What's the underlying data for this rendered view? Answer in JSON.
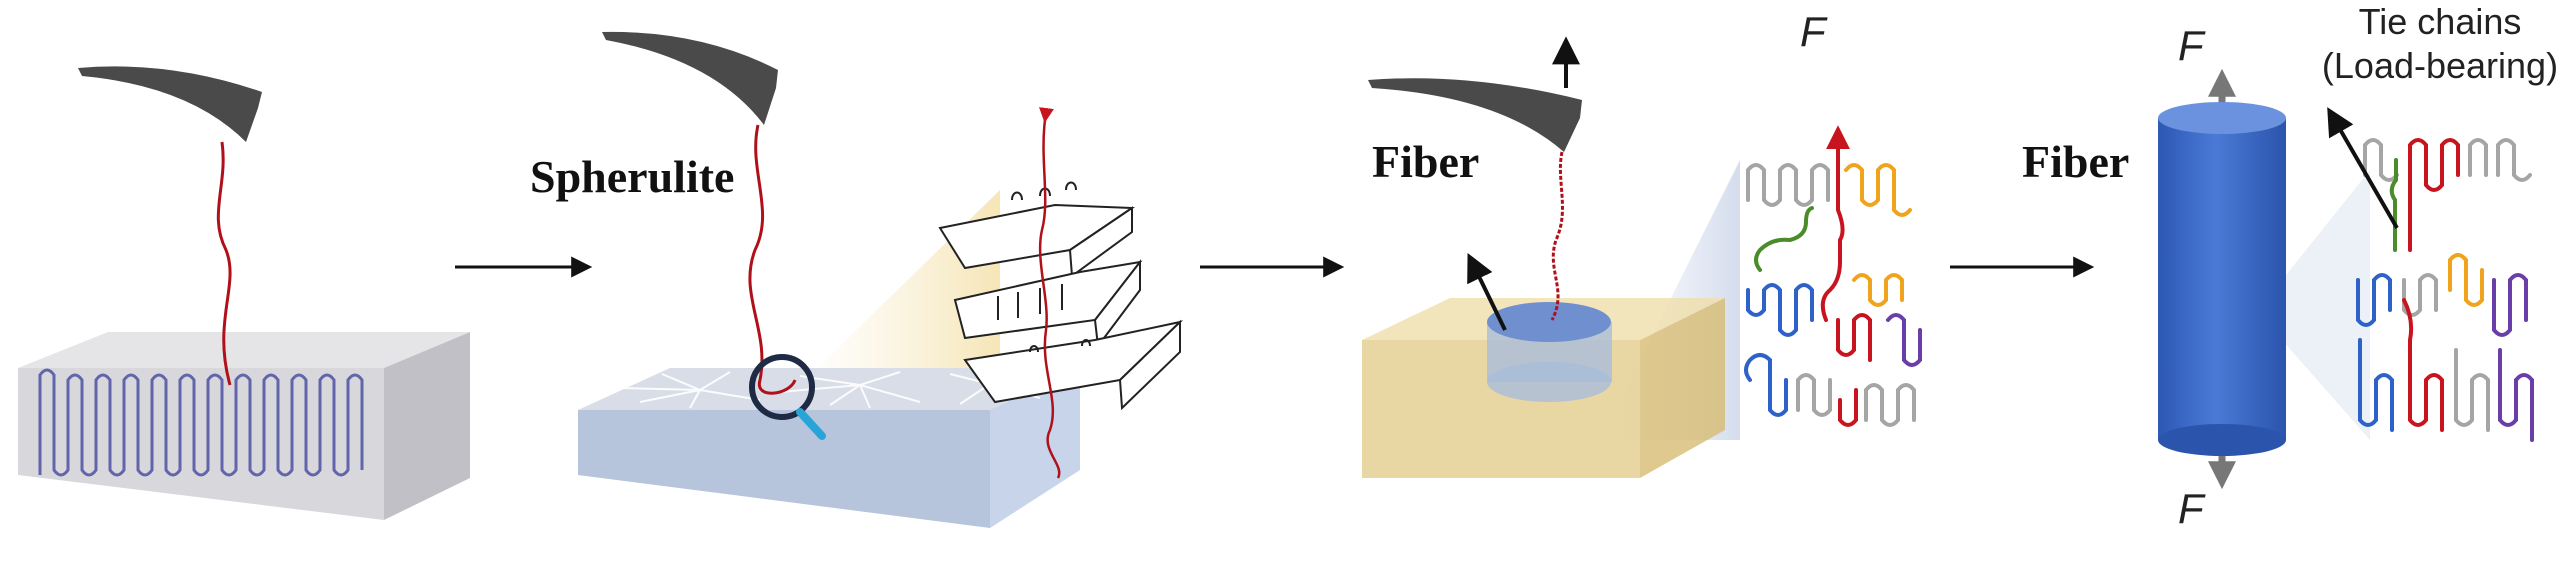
{
  "labels": {
    "spherulite": "Spherulite",
    "fiber_1": "Fiber",
    "fiber_2": "Fiber",
    "force_panel3": "F",
    "force_top": "F",
    "force_bottom": "F",
    "tie_chains_line1": "Tie chains",
    "tie_chains_line2": "(Load-bearing)"
  },
  "colors": {
    "cantilever": "#4a4a4a",
    "polymer_chain": "#b0101a",
    "film_block": "#d9d9de",
    "spherulite_block": "#c9d6ea",
    "fiber_block": "#e9d49a",
    "fiber_cylinder": "#3f6fc9",
    "chain_blue": "#2f62c8",
    "chain_red": "#c8141e",
    "chain_orange": "#f0a31c",
    "chain_purple": "#6a3ea8",
    "chain_green": "#4a8c2a",
    "chain_gray": "#a5a5a5",
    "arrow": "#111111"
  }
}
